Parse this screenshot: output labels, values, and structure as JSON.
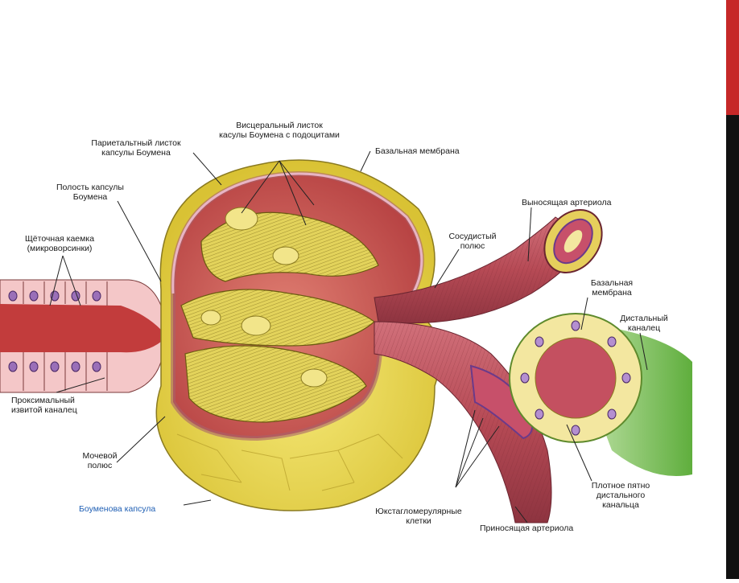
{
  "labels": {
    "visceral": [
      "Висцеральный листок",
      "касулы Боумена с подоцитами"
    ],
    "parietal": [
      "Париетальтный листок",
      "капсулы Боумена"
    ],
    "basal_top": [
      "Базальная мембрана"
    ],
    "cavity": [
      "Полость капсулы",
      "Боумена"
    ],
    "brush": [
      "Щёточная каемка",
      "(микроворсинки)"
    ],
    "vascular_pole": [
      "Сосудистый",
      "полюс"
    ],
    "efferent": [
      "Выносящая артериола"
    ],
    "basal_right": [
      "Базальная",
      "мембрана"
    ],
    "distal": [
      "Дистальный",
      "каналец"
    ],
    "proximal": [
      "Проксимальный",
      "извитой каналец"
    ],
    "urinary_pole": [
      "Мочевой",
      "полюс"
    ],
    "capsule": [
      "Боуменова капсула"
    ],
    "macula": [
      "Плотное пятно",
      "дистального",
      "канальца"
    ],
    "jg_cells": [
      "Юкстагломерулярные",
      "клетки"
    ],
    "afferent": [
      "Приносящая артериола"
    ]
  },
  "colors": {
    "capsule_yellow": "#ecd84a",
    "capsule_red": "#c8504f",
    "capillary_yellow": "#e3d35b",
    "artery": "#b64a55",
    "distal_green": "#7fc65a",
    "sidebar_dark": "#111111",
    "sidebar_accent": "#c62828"
  }
}
